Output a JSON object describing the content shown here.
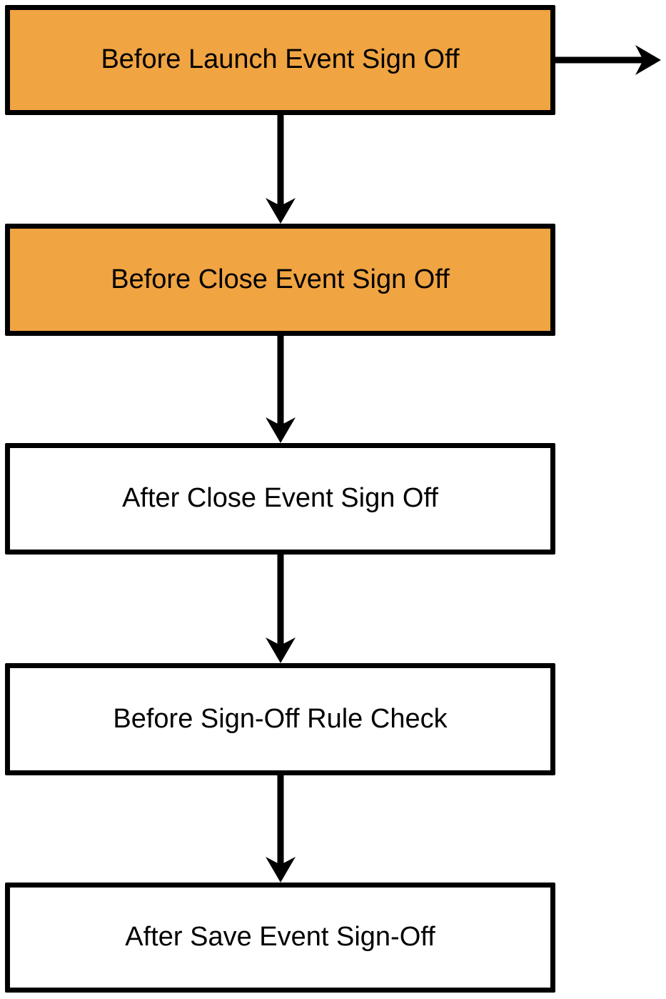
{
  "diagram": {
    "type": "flowchart",
    "colors": {
      "highlight_fill": "#F0A442",
      "default_fill": "#FFFFFF",
      "border": "#000000",
      "connector": "#000000",
      "text": "#000000",
      "background": "#FFFFFF"
    },
    "nodes": [
      {
        "label": "Before Launch Event Sign Off",
        "fill": "#F0A442",
        "highlighted": true
      },
      {
        "label": "Before Close Event Sign Off",
        "fill": "#F0A442",
        "highlighted": true
      },
      {
        "label": "After Close Event Sign Off",
        "fill": "#FFFFFF",
        "highlighted": false
      },
      {
        "label": "Before Sign-Off Rule Check",
        "fill": "#FFFFFF",
        "highlighted": false
      },
      {
        "label": "After Save Event Sign-Off",
        "fill": "#FFFFFF",
        "highlighted": false
      }
    ],
    "connectors": [
      {
        "from": "Before Launch Event Sign Off",
        "direction": "right",
        "to": "off-canvas-right"
      },
      {
        "from": "Before Launch Event Sign Off",
        "direction": "down",
        "to": "Before Close Event Sign Off"
      },
      {
        "from": "Before Close Event Sign Off",
        "direction": "down",
        "to": "After Close Event Sign Off"
      },
      {
        "from": "After Close Event Sign Off",
        "direction": "down",
        "to": "Before Sign-Off Rule Check"
      },
      {
        "from": "Before Sign-Off Rule Check",
        "direction": "down",
        "to": "After Save Event Sign-Off"
      }
    ]
  }
}
